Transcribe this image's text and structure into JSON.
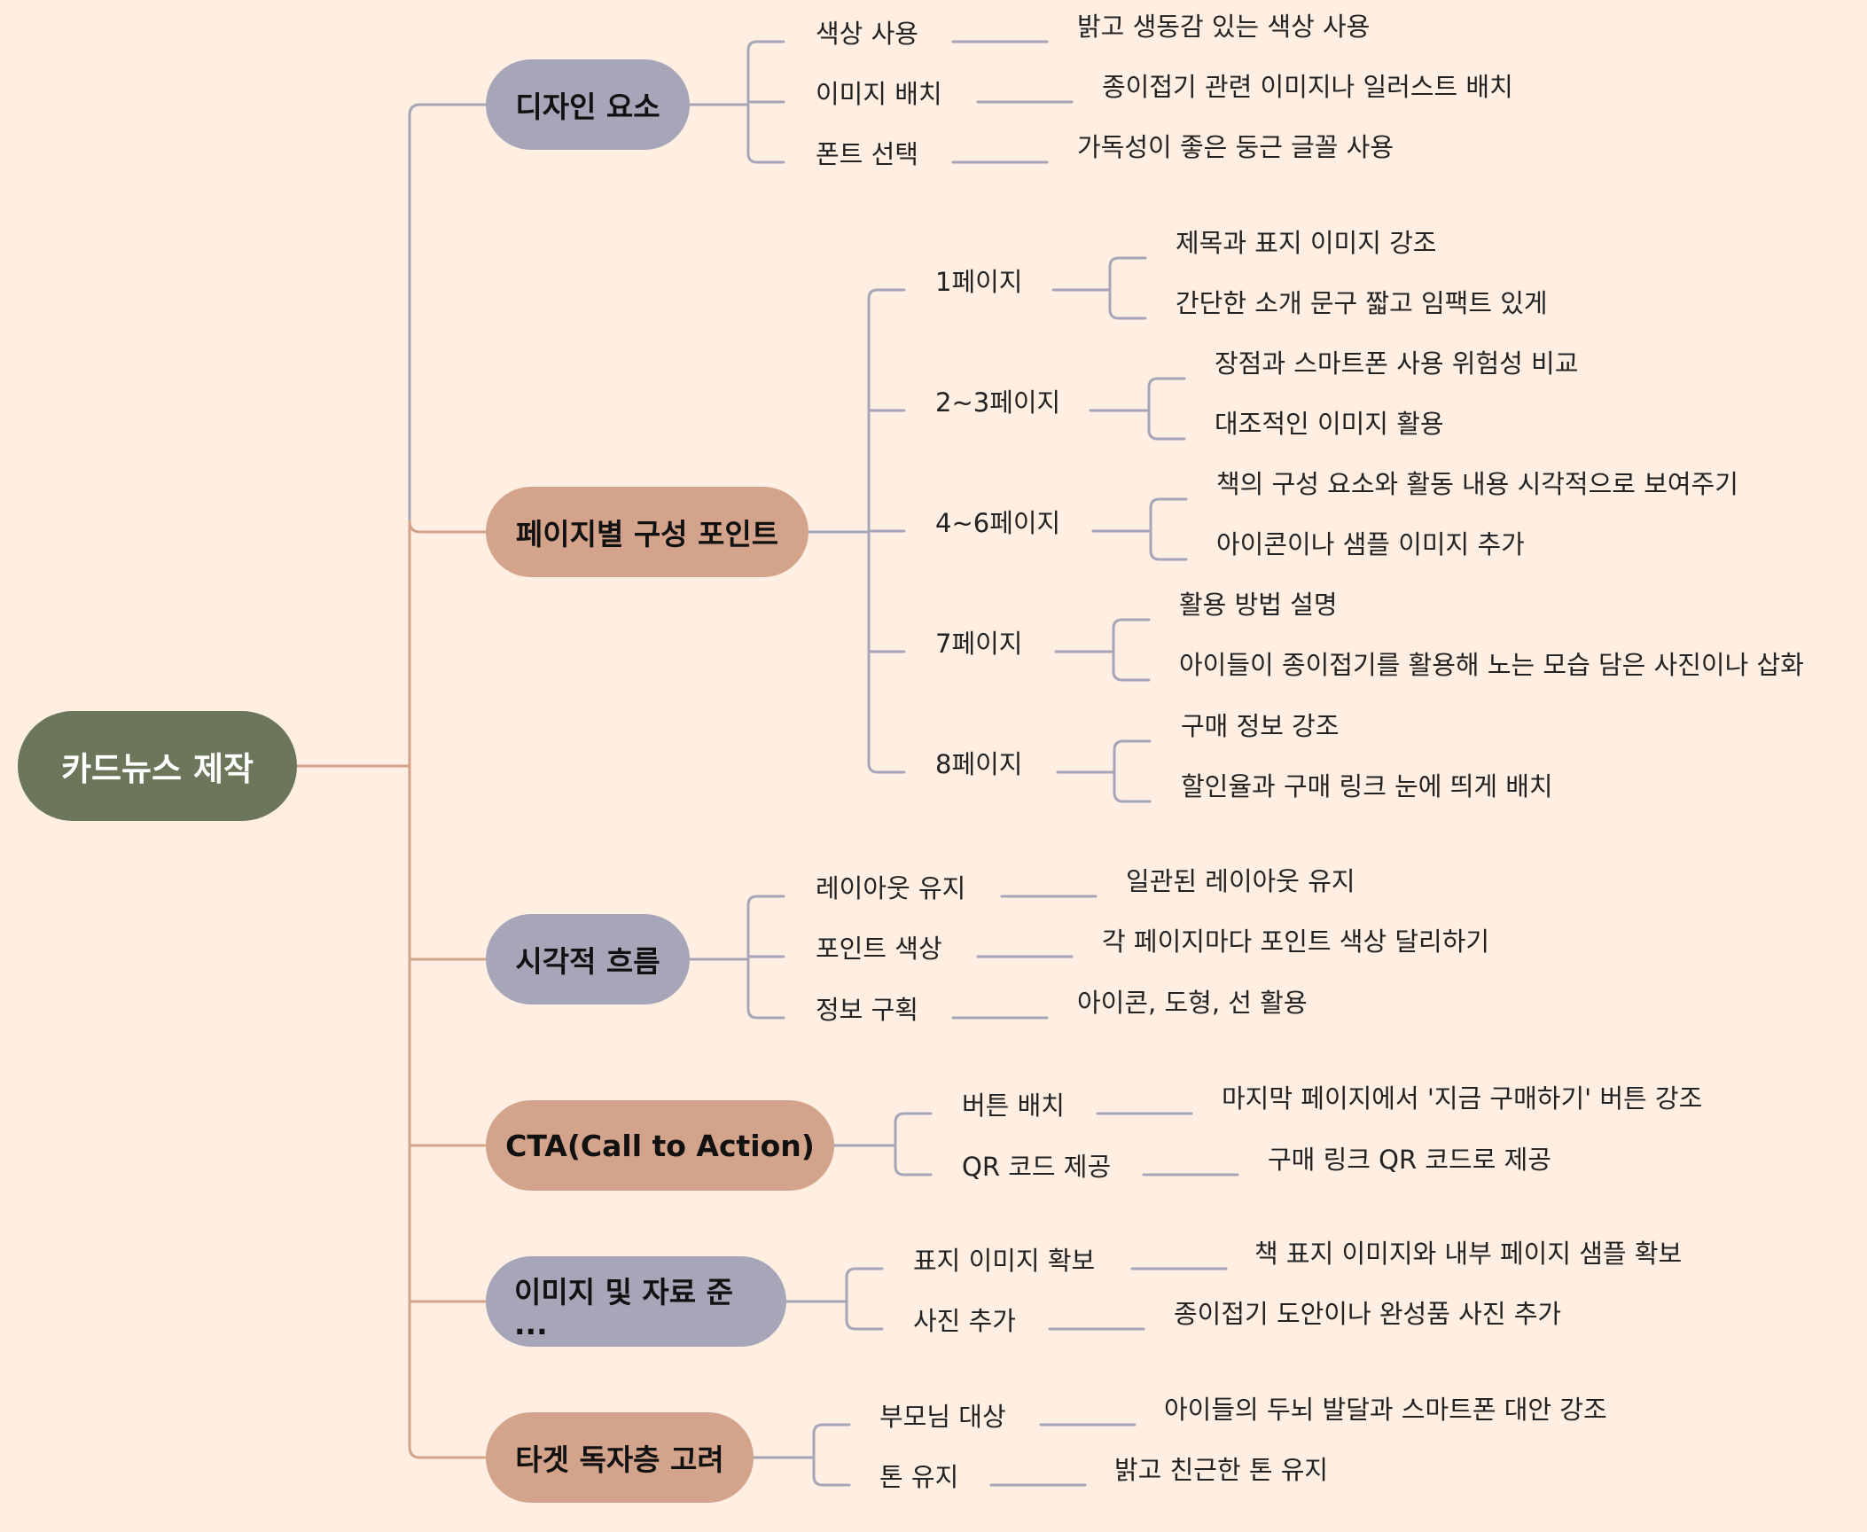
{
  "colors": {
    "background": "#FFEEE2",
    "root_fill": "#6B765A",
    "gray_fill": "#A6A6B8",
    "tan_fill": "#D3A38B",
    "gray_line": "#A6A6B8",
    "tan_line": "#D3A38B"
  },
  "root": {
    "label": "카드뉴스 제작"
  },
  "branches": [
    {
      "label": "디자인 요소",
      "children": [
        {
          "label": "색상 사용",
          "details": [
            "밝고 생동감 있는 색상 사용"
          ]
        },
        {
          "label": "이미지 배치",
          "details": [
            "종이접기 관련 이미지나 일러스트 배치"
          ]
        },
        {
          "label": "폰트 선택",
          "details": [
            "가독성이 좋은 둥근 글꼴 사용"
          ]
        }
      ]
    },
    {
      "label": "페이지별 구성 포인트",
      "children": [
        {
          "label": "1페이지",
          "details": [
            "제목과 표지 이미지 강조",
            "간단한 소개 문구 짧고 임팩트 있게"
          ]
        },
        {
          "label": "2~3페이지",
          "details": [
            "장점과 스마트폰 사용 위험성 비교",
            "대조적인 이미지 활용"
          ]
        },
        {
          "label": "4~6페이지",
          "details": [
            "책의 구성 요소와 활동 내용 시각적으로 보여주기",
            "아이콘이나 샘플 이미지 추가"
          ]
        },
        {
          "label": "7페이지",
          "details": [
            "활용 방법 설명",
            "아이들이 종이접기를 활용해 노는 모습 담은 사진이나 삽화"
          ]
        },
        {
          "label": "8페이지",
          "details": [
            "구매 정보 강조",
            "할인율과 구매 링크 눈에 띄게 배치"
          ]
        }
      ]
    },
    {
      "label": "시각적 흐름",
      "children": [
        {
          "label": "레이아웃 유지",
          "details": [
            "일관된 레이아웃 유지"
          ]
        },
        {
          "label": "포인트 색상",
          "details": [
            "각 페이지마다 포인트 색상 달리하기"
          ]
        },
        {
          "label": "정보 구획",
          "details": [
            "아이콘, 도형, 선 활용"
          ]
        }
      ]
    },
    {
      "label": "CTA(Call to Action)",
      "children": [
        {
          "label": "버튼 배치",
          "details": [
            "마지막 페이지에서 '지금 구매하기' 버튼 강조"
          ]
        },
        {
          "label": "QR 코드 제공",
          "details": [
            "구매 링크 QR 코드로 제공"
          ]
        }
      ]
    },
    {
      "label": "이미지 및 자료 준 ...",
      "children": [
        {
          "label": "표지 이미지 확보",
          "details": [
            "책 표지 이미지와 내부 페이지 샘플 확보"
          ]
        },
        {
          "label": "사진 추가",
          "details": [
            "종이접기 도안이나 완성품 사진 추가"
          ]
        }
      ]
    },
    {
      "label": "타겟 독자층 고려",
      "children": [
        {
          "label": "부모님 대상",
          "details": [
            "아이들의 두뇌 발달과 스마트폰 대안 강조"
          ]
        },
        {
          "label": "톤 유지",
          "details": [
            "밝고 친근한 톤 유지"
          ]
        }
      ]
    }
  ]
}
